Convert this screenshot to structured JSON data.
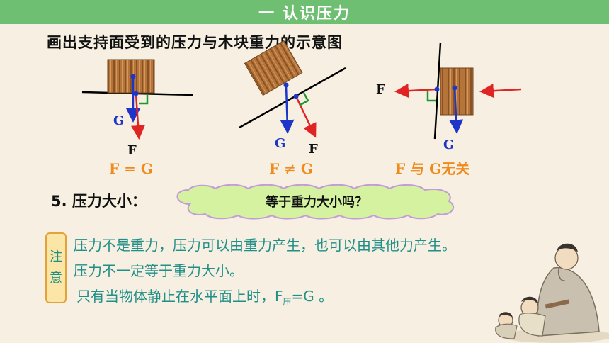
{
  "header": {
    "title": "一  认识压力"
  },
  "instruction": "画出支持面受到的压力与木块重力的示意图",
  "diagrams": [
    {
      "label_g": "G",
      "label_f": "F",
      "relation": "F = G"
    },
    {
      "label_g": "G",
      "label_f": "F",
      "relation": "F ≠ G"
    },
    {
      "label_g": "G",
      "label_f": "F",
      "relation": "F 与 G无关"
    }
  ],
  "question": {
    "label": "5. 压力大小：",
    "bubble": "等于重力大小吗？"
  },
  "note": {
    "tag_top": "注",
    "tag_bottom": "意",
    "lines": [
      "压力不是重力，压力可以由重力产生，也可以由其他力产生。",
      "压力不一定等于重力大小。",
      "只有当物体静止在水平面上时，F"
    ],
    "sub": "压",
    "tail": "=G 。"
  },
  "colors": {
    "header_bg": "#6fbf73",
    "relation_text": "#f08a1c",
    "note_text": "#1f8f88",
    "gravity_arrow": "#1e35c8",
    "pressure_arrow": "#e02424",
    "right_angle": "#1a9a2a"
  }
}
